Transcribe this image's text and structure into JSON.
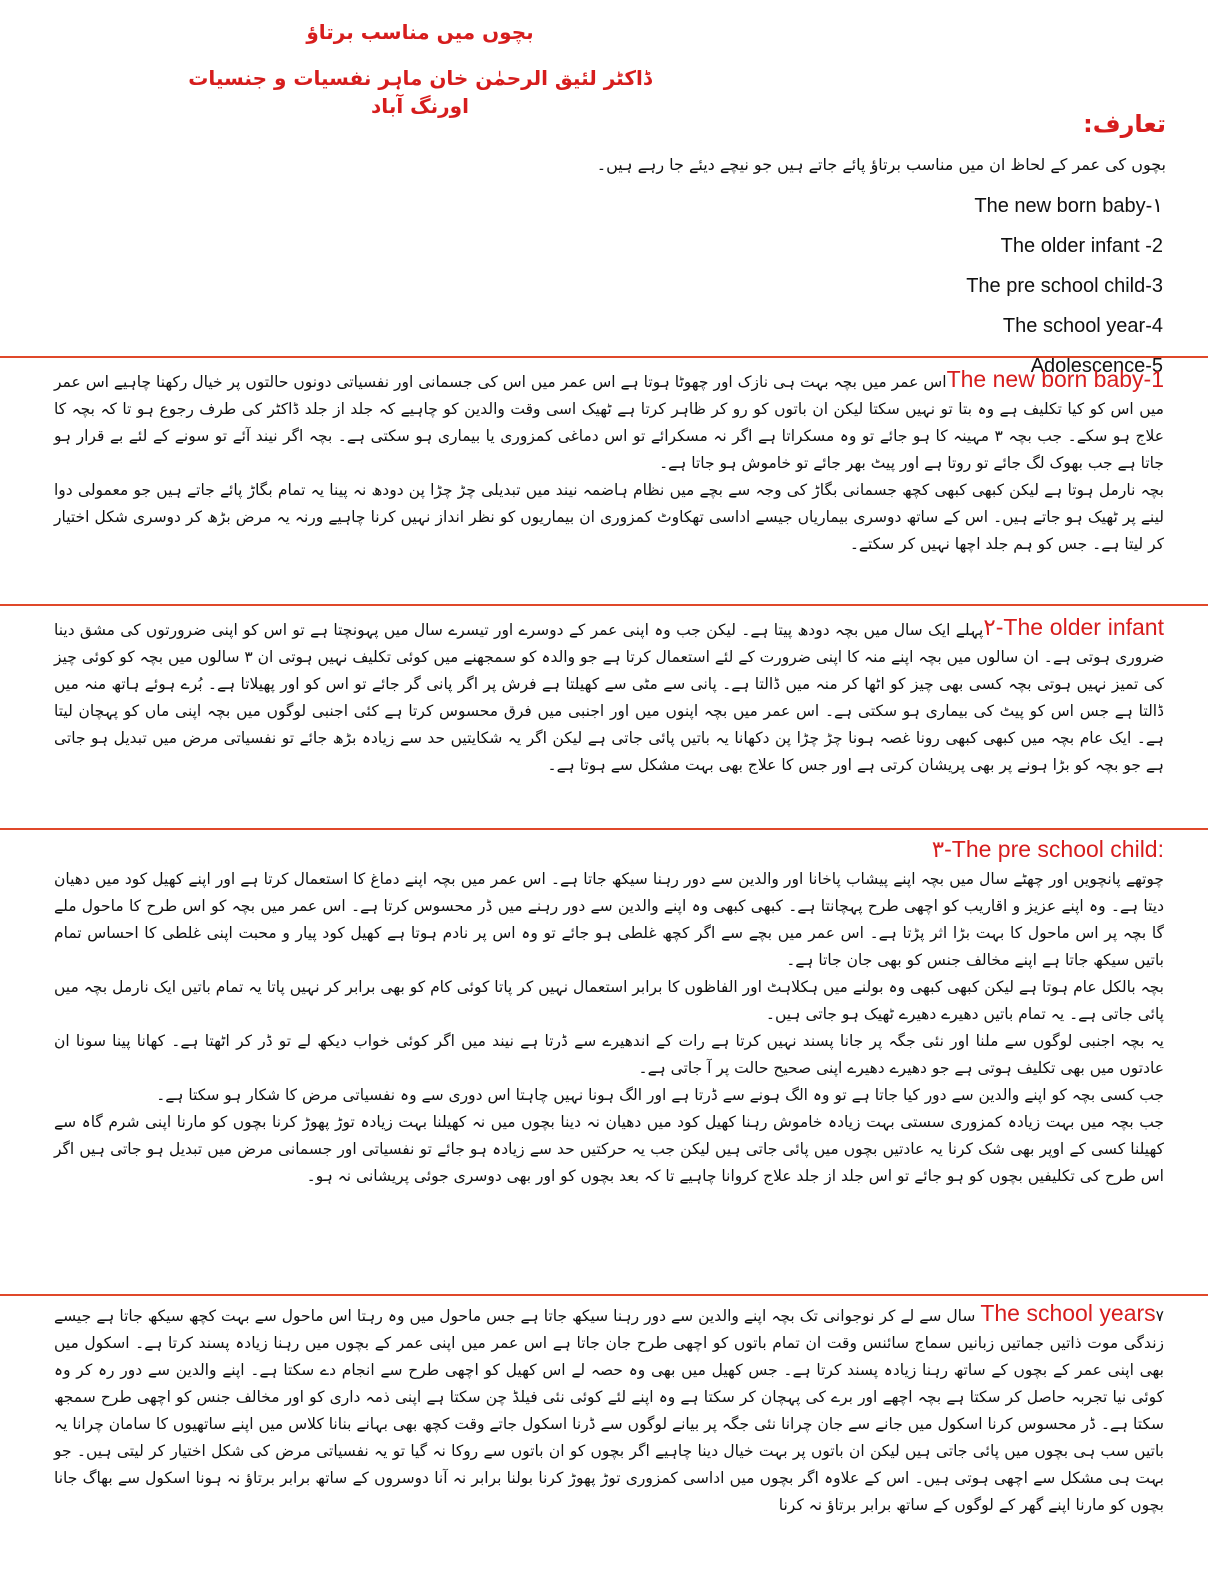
{
  "header": {
    "title": "بچوں میں مناسب برتاؤ",
    "author": "ڈاکٹر لئیق الرحمٰن خان ماہر نفسیات و جنسیات اورنگ آباد"
  },
  "intro": {
    "heading": "تعارف:",
    "text": "بچوں کی عمر کے لحاظ ان میں مناسب برتاؤ پائے جاتے ہیں جو نیچے دیئے جا رہے ہیں۔",
    "list": [
      "The new born baby-١",
      "The older  infant   -2",
      "The pre school child-3",
      "The school year-4",
      "Adolescence-5"
    ]
  },
  "sections": [
    {
      "heading": "The new born baby-1",
      "paragraphs": [
        "اس عمر میں بچہ بہت ہی نازک اور چھوٹا ہوتا ہے اس عمر میں اس کی جسمانی اور نفسیاتی دونوں حالتوں پر خیال رکھنا چاہیے اس عمر میں اس کو کیا تکلیف ہے وہ بتا تو نہیں سکتا لیکن ان باتوں کو رو کر ظاہر کرتا ہے ٹھیک اسی وقت والدین کو چاہیے کہ جلد از جلد ڈاکٹر کی طرف رجوع ہو تا کہ بچہ کا علاج ہو سکے۔ جب بچہ ۳ مہینہ کا ہو جائے تو وہ مسکراتا ہے اگر نہ مسکرائے تو اس دماغی کمزوری یا بیماری ہو سکتی ہے۔ بچہ اگر نیند آئے تو سونے کے لئے بے قرار ہو جاتا ہے جب بھوک لگ جائے تو روتا ہے اور پیٹ بھر جائے تو خاموش ہو جاتا ہے۔",
        "بچہ نارمل ہوتا ہے لیکن کبھی کبھی کچھ جسمانی بگاڑ کی وجہ سے بچے میں نظام ہاضمہ نیند میں تبدیلی چڑ چڑا پن دودھ نہ پینا یہ تمام بگاڑ پائے جاتے ہیں جو معمولی دوا لینے پر ٹھیک ہو جاتے ہیں۔ اس کے ساتھ دوسری بیماریاں جیسے اداسی تھکاوٹ کمزوری ان بیماریوں کو نظر انداز نہیں کرنا چاہیے ورنہ یہ مرض بڑھ کر دوسری شکل اختیار کر لیتا ہے۔ جس کو ہم جلد اچھا نہیں کر سکتے۔"
      ]
    },
    {
      "heading": "The older infant-٢",
      "paragraphs": [
        "پہلے ایک سال میں بچہ دودھ پیتا ہے۔ لیکن جب وہ اپنی عمر کے دوسرے اور تیسرے سال میں پہونچتا ہے تو اس کو اپنی ضرورتوں کی مشق دینا ضروری ہوتی ہے۔ ان سالوں میں بچہ اپنے منہ کا اپنی ضرورت کے لئے استعمال کرتا ہے جو والدہ کو سمجھنے میں کوئی تکلیف نہیں ہوتی ان ۳ سالوں میں بچہ کو کوئی چیز کی تمیز نہیں ہوتی بچہ کسی بھی چیز کو اٹھا کر منہ میں ڈالتا ہے۔ پانی سے مٹی سے کھیلتا ہے فرش پر اگر پانی گر جائے تو اس کو اور پھیلاتا ہے۔ بُرے ہوئے ہاتھ منہ میں ڈالتا ہے جس اس کو پیٹ کی بیماری ہو سکتی ہے۔ اس عمر میں بچہ اپنوں میں اور اجنبی میں فرق محسوس کرتا ہے کئی اجنبی لوگوں میں بچہ اپنی ماں کو پہچان لیتا ہے۔ ایک عام بچہ میں کبھی کبھی رونا غصہ ہونا چڑ چڑا پن دکھانا یہ باتیں پائی جاتی ہے لیکن اگر یہ شکایتیں حد سے زیادہ بڑھ جائے تو نفسیاتی مرض میں تبدیل ہو جاتی ہے جو بچہ کو بڑا ہونے پر بھی پریشان کرتی ہے اور جس کا علاج بھی بہت مشکل سے ہوتا ہے۔"
      ]
    },
    {
      "heading": ":The pre school child-٣",
      "paragraphs": [
        "چوتھے پانچویں اور چھٹے سال میں بچہ اپنے پیشاب پاخانا اور والدین سے دور رہنا سیکھ جاتا ہے۔ اس عمر میں بچہ اپنے دماغ کا استعمال کرتا ہے اور اپنے کھیل کود میں دھیان دیتا ہے۔ وہ اپنے عزیز و اقاریب کو اچھی طرح پہچانتا ہے۔ کبھی کبھی وہ اپنے والدین سے دور رہنے میں ڈر محسوس کرتا ہے۔ اس عمر میں بچہ کو اس طرح کا ماحول ملے گا بچہ پر اس ماحول کا بہت بڑا اثر پڑتا ہے۔ اس عمر میں بچے سے اگر کچھ غلطی ہو جائے تو وہ اس پر نادم ہوتا ہے کھیل کود پیار و محبت اپنی غلطی کا احساس تمام باتیں سیکھ جاتا ہے اپنے مخالف جنس کو بھی جان جاتا ہے۔",
        "بچہ بالکل عام ہوتا ہے لیکن کبھی کبھی وہ بولنے میں ہکلاہٹ اور الفاظوں کا برابر استعمال نہیں کر پاتا کوئی کام کو بھی برابر کر نہیں پاتا یہ تمام باتیں ایک نارمل بچہ میں پائی جاتی ہے۔ یہ تمام باتیں دھیرے دھیرے ٹھیک ہو جاتی ہیں۔",
        "یہ بچہ اجنبی لوگوں سے ملنا اور نئی جگہ پر جانا پسند نہیں کرتا ہے رات کے اندھیرے سے ڈرتا ہے نیند میں اگر کوئی خواب دیکھ لے تو ڈر کر اٹھتا ہے۔ کھانا پینا سونا ان عادتوں میں بھی تکلیف ہوتی ہے جو دھیرے دھیرے اپنی صحیح حالت پر آ جاتی ہے۔",
        "جب کسی بچہ کو اپنے والدین سے دور کیا جاتا ہے تو وہ الگ ہونے سے ڈرتا ہے اور الگ ہونا نہیں چاہتا اس دوری سے وہ نفسیاتی مرض کا شکار ہو سکتا ہے۔",
        "جب بچہ میں بہت زیادہ کمزوری سستی بہت زیادہ خاموش رہنا کھیل کود میں دھیان نہ دینا بچوں میں نہ کھیلنا بہت زیادہ توڑ پھوڑ کرنا بچوں کو مارنا اپنی شرم گاہ سے کھیلنا کسی کے اوپر بھی شک کرنا یہ عادتیں بچوں میں پائی جاتی ہیں لیکن جب یہ حرکتیں حد سے زیادہ ہو جائے تو نفسیاتی اور جسمانی مرض میں تبدیل ہو جاتی ہیں اگر اس طرح کی تکلیفیں بچوں کو ہو جائے تو اس جلد از جلد علاج کروانا چاہیے تا کہ بعد بچوں کو اور بھی دوسری جوئی پریشانی نہ ہو۔"
      ]
    },
    {
      "heading": "The school years",
      "paragraphs": [
        "۷ سال سے لے کر نوجوانی تک بچہ اپنے والدین سے دور رہنا سیکھ جاتا ہے جس ماحول میں وہ رہتا اس ماحول سے بہت کچھ سیکھ جاتا ہے جیسے زندگی موت ذاتیں جماتیں زبانیں سماج سائنس وقت ان تمام باتوں کو اچھی طرح جان جاتا ہے اس عمر میں اپنی عمر کے بچوں میں رہنا زیادہ پسند کرتا ہے۔ اسکول میں بھی اپنی عمر کے بچوں کے ساتھ رہنا زیادہ پسند کرتا ہے۔ جس کھیل میں بھی وہ حصہ لے اس کھیل کو اچھی طرح سے انجام دے سکتا ہے۔ اپنے والدین سے دور رہ کر وہ کوئی نیا تجربہ حاصل کر سکتا ہے بچہ اچھے اور برے کی پہچان کر سکتا ہے وہ اپنے لئے کوئی نئی فیلڈ چن سکتا ہے اپنی ذمہ داری کو اور مخالف جنس کو اچھی طرح سمجھ سکتا ہے۔ ڈر محسوس کرنا اسکول میں جانے سے جان چرانا نئی جگہ پر بیانے لوگوں سے ڈرنا اسکول جاتے وقت کچھ بھی بہانے بنانا کلاس میں اپنے ساتھیوں کا سامان چرانا یہ باتیں سب ہی بچوں میں پائی جاتی ہیں لیکن ان باتوں پر بہت خیال دینا چاہیے اگر بچوں کو ان باتوں سے روکا نہ گیا تو یہ نفسیاتی مرض کی شکل اختیار کر لیتی ہیں۔ جو بہت ہی مشکل سے اچھی ہوتی ہیں۔ اس کے علاوہ اگر بچوں میں اداسی کمزوری توڑ پھوڑ کرنا بولنا برابر نہ آنا دوسروں کے ساتھ برابر برتاؤ نہ ہونا اسکول سے بھاگ جانا بچوں کو مارنا اپنے گھر کے لوگوں کے ساتھ برابر برتاؤ نہ کرنا"
      ]
    }
  ]
}
